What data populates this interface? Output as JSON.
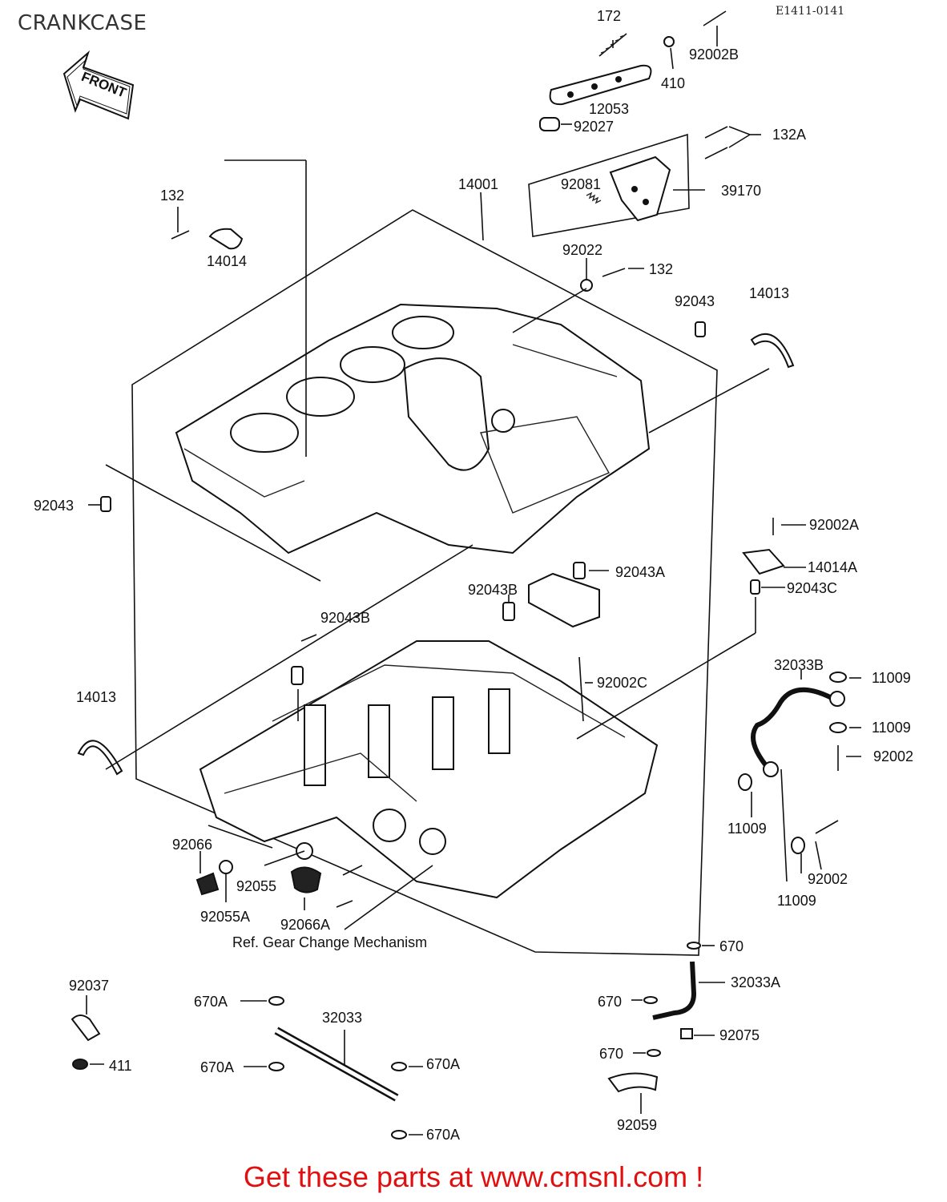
{
  "title": "CRANKCASE",
  "diagram_code": "E1411-0141",
  "front_label": "FRONT",
  "call_to_action": "Get these parts at www.cmsnl.com !",
  "reference_note": "Ref. Gear Change Mechanism",
  "parts": [
    {
      "id": "p172",
      "label": "172"
    },
    {
      "id": "p92002B",
      "label": "92002B"
    },
    {
      "id": "p410",
      "label": "410"
    },
    {
      "id": "p12053",
      "label": "12053"
    },
    {
      "id": "p92027",
      "label": "92027"
    },
    {
      "id": "p132A",
      "label": "132A"
    },
    {
      "id": "p92081",
      "label": "92081"
    },
    {
      "id": "p39170",
      "label": "39170"
    },
    {
      "id": "p14001",
      "label": "14001"
    },
    {
      "id": "p132-top",
      "label": "132"
    },
    {
      "id": "p14014",
      "label": "14014"
    },
    {
      "id": "p92022",
      "label": "92022"
    },
    {
      "id": "p132-mid",
      "label": "132"
    },
    {
      "id": "p92043-top",
      "label": "92043"
    },
    {
      "id": "p14013-top",
      "label": "14013"
    },
    {
      "id": "p92043-left",
      "label": "92043"
    },
    {
      "id": "p92002A",
      "label": "92002A"
    },
    {
      "id": "p14014A",
      "label": "14014A"
    },
    {
      "id": "p92043A",
      "label": "92043A"
    },
    {
      "id": "p92043B-mid",
      "label": "92043B"
    },
    {
      "id": "p92043C",
      "label": "92043C"
    },
    {
      "id": "p92043B-low",
      "label": "92043B"
    },
    {
      "id": "p32033B",
      "label": "32033B"
    },
    {
      "id": "p11009-a",
      "label": "11009"
    },
    {
      "id": "p92002C",
      "label": "92002C"
    },
    {
      "id": "p14013-left",
      "label": "14013"
    },
    {
      "id": "p11009-b",
      "label": "11009"
    },
    {
      "id": "p92002-a",
      "label": "92002"
    },
    {
      "id": "p11009-c",
      "label": "11009"
    },
    {
      "id": "p92066",
      "label": "92066"
    },
    {
      "id": "p92002-b",
      "label": "92002"
    },
    {
      "id": "p92055",
      "label": "92055"
    },
    {
      "id": "p92055A",
      "label": "92055A"
    },
    {
      "id": "p92066A",
      "label": "92066A"
    },
    {
      "id": "p11009-d",
      "label": "11009"
    },
    {
      "id": "p670-a",
      "label": "670"
    },
    {
      "id": "p92037",
      "label": "92037"
    },
    {
      "id": "p32033A",
      "label": "32033A"
    },
    {
      "id": "p670A-a",
      "label": "670A"
    },
    {
      "id": "p670-b",
      "label": "670"
    },
    {
      "id": "p32033",
      "label": "32033"
    },
    {
      "id": "p92075",
      "label": "92075"
    },
    {
      "id": "p670-c",
      "label": "670"
    },
    {
      "id": "p411",
      "label": "411"
    },
    {
      "id": "p670A-b",
      "label": "670A"
    },
    {
      "id": "p670A-c",
      "label": "670A"
    },
    {
      "id": "p92059",
      "label": "92059"
    },
    {
      "id": "p670A-d",
      "label": "670A"
    }
  ]
}
